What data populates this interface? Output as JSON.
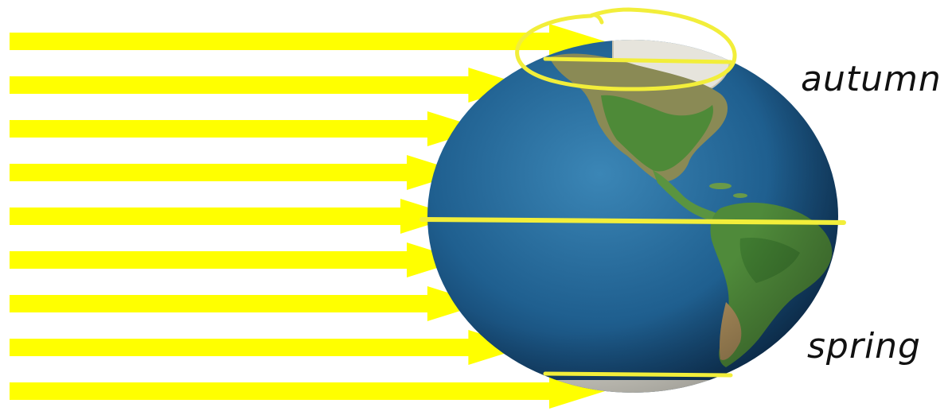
{
  "labels": {
    "autumn": "autumn",
    "spring": "spring"
  },
  "colors": {
    "sun_ray": "#ffff00",
    "latitude_line": "#f2ee3a",
    "ocean_light": "#2f78a8",
    "ocean_dark": "#0c2f57",
    "land_green": "#4c8a3a",
    "land_brown": "#a88b5a",
    "ice": "#e6e4dc",
    "background": "#ffffff"
  },
  "diagram": {
    "sun_ray_count": 9,
    "sun_ray_icon": "arrow-right",
    "earth_icon": "globe-americas",
    "highlight_icon": "circled-polar-region"
  }
}
